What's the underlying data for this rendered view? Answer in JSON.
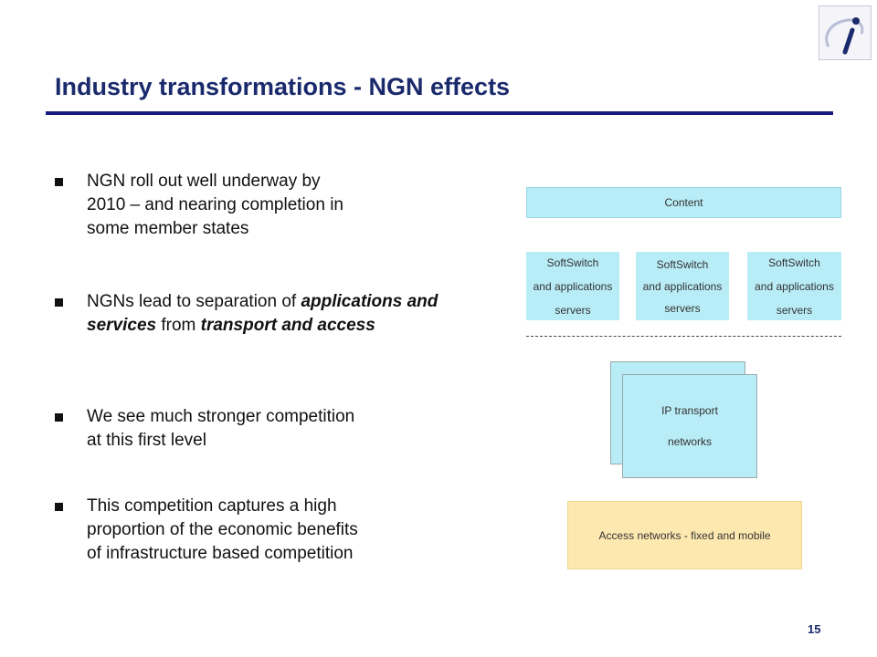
{
  "slide": {
    "title": "Industry transformations - NGN effects",
    "page_number": "15"
  },
  "bullets": [
    {
      "text_lines": [
        "NGN roll out well underway by",
        "2010 – and nearing completion in",
        "some member states"
      ]
    },
    {
      "parts": {
        "pre": "NGNs lead to separation of ",
        "em1": "applications and services",
        "mid": " from ",
        "em2": "transport and access"
      }
    },
    {
      "text_lines": [
        "We see much stronger competition",
        "at this first level"
      ]
    },
    {
      "text_lines": [
        "This competition captures a high",
        "proportion of the economic benefits",
        "of infrastructure based competition"
      ]
    }
  ],
  "diagram": {
    "content_label": "Content",
    "softswitch": [
      {
        "line1": "SoftSwitch",
        "line2": "and applications",
        "line3": "servers"
      },
      {
        "line1": "SoftSwitch",
        "line2": "and applications",
        "line3": "servers"
      },
      {
        "line1": "SoftSwitch",
        "line2": "and applications",
        "line3": "servers"
      }
    ],
    "ip_transport": {
      "line1": "IP transport",
      "line2": "networks"
    },
    "access_label": "Access networks - fixed and mobile"
  }
}
